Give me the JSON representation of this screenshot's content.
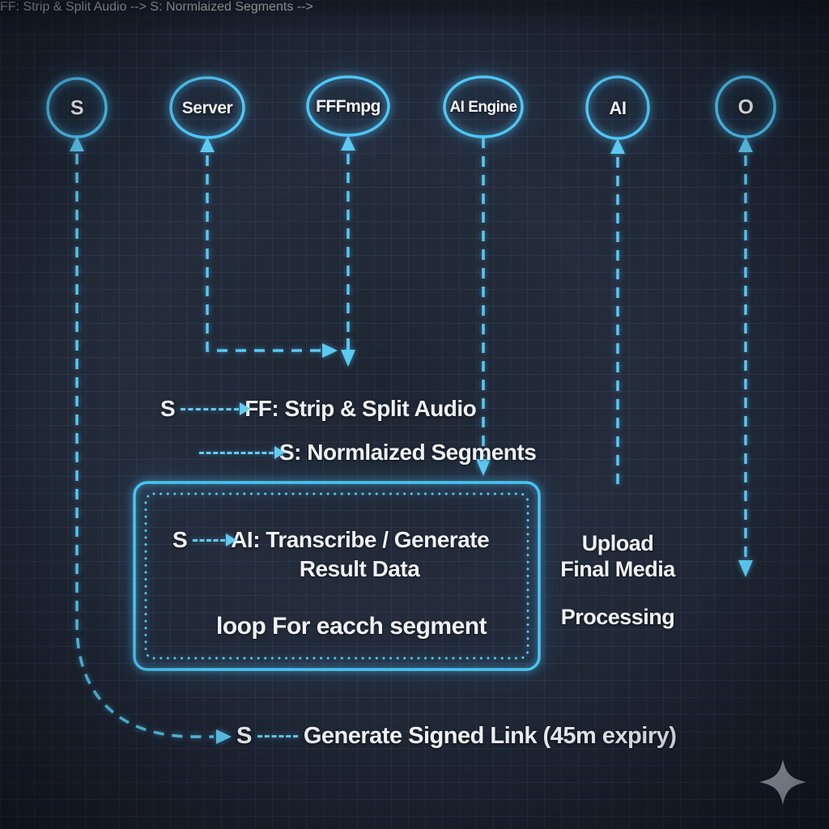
{
  "diagram": {
    "title_hint": "sequence-diagram",
    "participants": [
      {
        "label": "S"
      },
      {
        "label": "Server"
      },
      {
        "label": "FFFmpg"
      },
      {
        "label": "AI Engine"
      },
      {
        "label": "AI"
      },
      {
        "label": "O"
      }
    ],
    "messages": {
      "strip_split": {
        "source": "S",
        "label": "FF: Strip & Split Audio"
      },
      "normalized": {
        "label": "S: Normlaized Segments"
      },
      "transcribe": {
        "source": "S",
        "label": "AI: Transcribe / Generate",
        "label_line2": "Result Data"
      },
      "signed_link": {
        "source": "S",
        "label": "Generate Signed Link (45m expiry)"
      }
    },
    "loop": {
      "label": "loop For eacch segment"
    },
    "annotations": {
      "upload": "Upload",
      "final_media": "Final Media",
      "processing": "Processing"
    },
    "colors": {
      "accent_cyan": "#54c8f2",
      "text_white": "#eef2f6",
      "background_navy": "#1e2532",
      "star_gray": "#a9afbb"
    }
  }
}
